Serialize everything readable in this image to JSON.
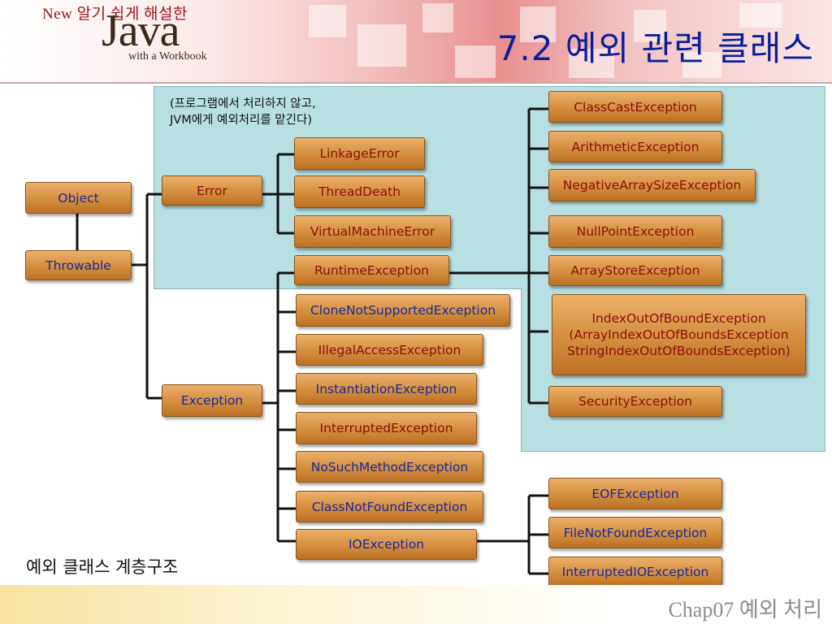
{
  "header": {
    "logo_new": "New 알기 쉽게 해설한",
    "logo_java": "Java",
    "logo_sub": "with a Workbook",
    "title": "7.2 예외 관련 클래스"
  },
  "note": "(프로그램에서 처리하지 않고,\nJVM에게 예외처리를 맡긴다)",
  "caption": "예외 클래스 계층구조",
  "footer": {
    "chap": "Chap07 예외 처리"
  },
  "colors": {
    "box_fill": "#d69141",
    "panel": "#b8dfe2",
    "title": "#0b1f9a",
    "blue_text": "#1a2a9e",
    "red_text": "#8c0e0e"
  },
  "diagram": {
    "nodes": {
      "object": "Object",
      "throwable": "Throwable",
      "error": "Error",
      "exception": "Exception",
      "linkage_error": "LinkageError",
      "thread_death": "ThreadDeath",
      "virtual_machine_error": "VirtualMachineError",
      "runtime_exception": "RuntimeException",
      "clone_not_supported": "CloneNotSupportedException",
      "illegal_access": "IllegalAccessException",
      "instantiation": "InstantiationException",
      "interrupted": "InterruptedException",
      "no_such_method": "NoSuchMethodException",
      "class_not_found": "ClassNotFoundException",
      "io_exception": "IOException",
      "class_cast": "ClassCastException",
      "arithmetic": "ArithmeticException",
      "negative_array_size": "NegativeArraySizeException",
      "null_point": "NullPointException",
      "array_store": "ArrayStoreException",
      "index_out_of_bound": "IndexOutOfBoundException\n(ArrayIndexOutOfBoundsException\nStringIndexOutOfBoundsException)",
      "security": "SecurityException",
      "eof": "EOFException",
      "file_not_found": "FileNotFoundException",
      "interrupted_io": "InterruptedIOException"
    }
  }
}
